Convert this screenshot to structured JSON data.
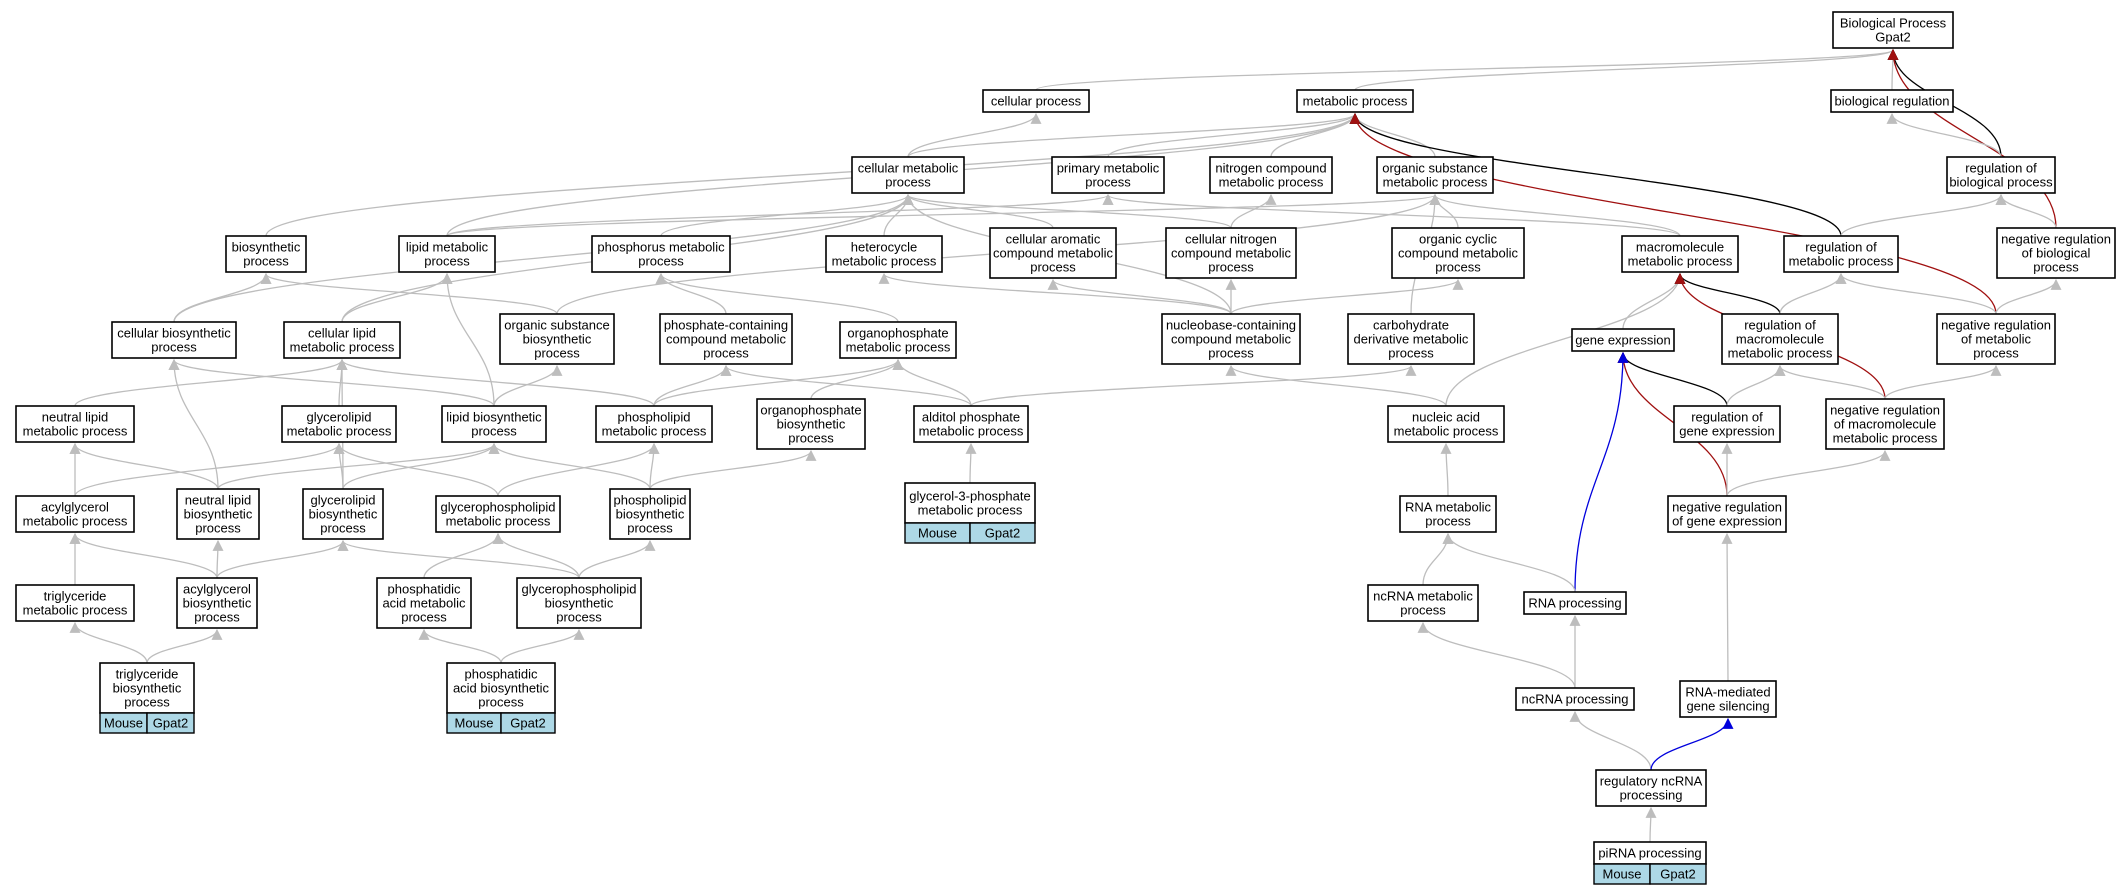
{
  "colors": {
    "is_a": "#bdbdbd",
    "regulates": "#000000",
    "negatively_regulates": "#a01010",
    "part_of": "#0000dd",
    "tag": "#add8e6"
  },
  "nodes": [
    {
      "id": "root",
      "lines": [
        "Biological Process",
        "Gpat2"
      ]
    },
    {
      "id": "cellular_process",
      "lines": [
        "cellular process"
      ]
    },
    {
      "id": "metabolic_process",
      "lines": [
        "metabolic process"
      ]
    },
    {
      "id": "biological_regulation",
      "lines": [
        "biological regulation"
      ]
    },
    {
      "id": "cellular_metabolic",
      "lines": [
        "cellular metabolic",
        "process"
      ]
    },
    {
      "id": "primary_metabolic",
      "lines": [
        "primary metabolic",
        "process"
      ]
    },
    {
      "id": "nitrogen_compound_metabolic",
      "lines": [
        "nitrogen compound",
        "metabolic process"
      ]
    },
    {
      "id": "organic_substance_metabolic",
      "lines": [
        "organic substance",
        "metabolic process"
      ]
    },
    {
      "id": "regulation_of_biological",
      "lines": [
        "regulation of",
        "biological process"
      ]
    },
    {
      "id": "biosynthetic",
      "lines": [
        "biosynthetic",
        "process"
      ]
    },
    {
      "id": "lipid_metabolic",
      "lines": [
        "lipid metabolic",
        "process"
      ]
    },
    {
      "id": "phosphorus_metabolic",
      "lines": [
        "phosphorus metabolic",
        "process"
      ]
    },
    {
      "id": "heterocycle_metabolic",
      "lines": [
        "heterocycle",
        "metabolic process"
      ]
    },
    {
      "id": "cellular_aromatic",
      "lines": [
        "cellular aromatic",
        "compound metabolic",
        "process"
      ]
    },
    {
      "id": "cellular_nitrogen",
      "lines": [
        "cellular nitrogen",
        "compound metabolic",
        "process"
      ]
    },
    {
      "id": "organic_cyclic",
      "lines": [
        "organic cyclic",
        "compound metabolic",
        "process"
      ]
    },
    {
      "id": "macromolecule_metabolic",
      "lines": [
        "macromolecule",
        "metabolic process"
      ]
    },
    {
      "id": "regulation_of_metabolic",
      "lines": [
        "regulation of",
        "metabolic process"
      ]
    },
    {
      "id": "neg_reg_biological",
      "lines": [
        "negative regulation",
        "of biological",
        "process"
      ]
    },
    {
      "id": "cellular_biosynthetic",
      "lines": [
        "cellular biosynthetic",
        "process"
      ]
    },
    {
      "id": "cellular_lipid_metabolic",
      "lines": [
        "cellular lipid",
        "metabolic process"
      ]
    },
    {
      "id": "organic_substance_biosynthetic",
      "lines": [
        "organic substance",
        "biosynthetic",
        "process"
      ]
    },
    {
      "id": "phosphate_containing",
      "lines": [
        "phosphate-containing",
        "compound metabolic",
        "process"
      ]
    },
    {
      "id": "organophosphate_metabolic",
      "lines": [
        "organophosphate",
        "metabolic process"
      ]
    },
    {
      "id": "nucleobase_containing",
      "lines": [
        "nucleobase-containing",
        "compound metabolic",
        "process"
      ]
    },
    {
      "id": "carbohydrate_derivative",
      "lines": [
        "carbohydrate",
        "derivative metabolic",
        "process"
      ]
    },
    {
      "id": "gene_expression",
      "lines": [
        "gene expression"
      ]
    },
    {
      "id": "reg_macromolecule",
      "lines": [
        "regulation of",
        "macromolecule",
        "metabolic process"
      ]
    },
    {
      "id": "neg_reg_metabolic",
      "lines": [
        "negative regulation",
        "of metabolic",
        "process"
      ]
    },
    {
      "id": "neutral_lipid_metabolic",
      "lines": [
        "neutral lipid",
        "metabolic process"
      ]
    },
    {
      "id": "glycerolipid_metabolic",
      "lines": [
        "glycerolipid",
        "metabolic process"
      ]
    },
    {
      "id": "lipid_biosynthetic",
      "lines": [
        "lipid biosynthetic",
        "process"
      ]
    },
    {
      "id": "phospholipid_metabolic",
      "lines": [
        "phospholipid",
        "metabolic process"
      ]
    },
    {
      "id": "organophosphate_biosynthetic",
      "lines": [
        "organophosphate",
        "biosynthetic",
        "process"
      ]
    },
    {
      "id": "alditol_phosphate",
      "lines": [
        "alditol phosphate",
        "metabolic process"
      ]
    },
    {
      "id": "nucleic_acid_metabolic",
      "lines": [
        "nucleic acid",
        "metabolic process"
      ]
    },
    {
      "id": "reg_gene_expression",
      "lines": [
        "regulation of",
        "gene expression"
      ]
    },
    {
      "id": "neg_reg_macromolecule",
      "lines": [
        "negative regulation",
        "of macromolecule",
        "metabolic process"
      ]
    },
    {
      "id": "glycerol3p",
      "lines": [
        "glycerol-3-phosphate",
        "metabolic process"
      ],
      "tag": [
        "Mouse",
        "Gpat2"
      ]
    },
    {
      "id": "acylglycerol_metabolic",
      "lines": [
        "acylglycerol",
        "metabolic process"
      ]
    },
    {
      "id": "neutral_lipid_biosynthetic",
      "lines": [
        "neutral lipid",
        "biosynthetic",
        "process"
      ]
    },
    {
      "id": "glycerolipid_biosynthetic",
      "lines": [
        "glycerolipid",
        "biosynthetic",
        "process"
      ]
    },
    {
      "id": "glycerophospholipid_metabolic",
      "lines": [
        "glycerophospholipid",
        "metabolic process"
      ]
    },
    {
      "id": "phospholipid_biosynthetic",
      "lines": [
        "phospholipid",
        "biosynthetic",
        "process"
      ]
    },
    {
      "id": "rna_metabolic",
      "lines": [
        "RNA metabolic",
        "process"
      ]
    },
    {
      "id": "neg_reg_gene_expression",
      "lines": [
        "negative regulation",
        "of gene expression"
      ]
    },
    {
      "id": "triglyceride_metabolic",
      "lines": [
        "triglyceride",
        "metabolic process"
      ]
    },
    {
      "id": "acylglycerol_biosynthetic",
      "lines": [
        "acylglycerol",
        "biosynthetic",
        "process"
      ]
    },
    {
      "id": "phosphatidic_acid_metabolic",
      "lines": [
        "phosphatidic",
        "acid metabolic",
        "process"
      ]
    },
    {
      "id": "glycerophospholipid_biosynthetic",
      "lines": [
        "glycerophospholipid",
        "biosynthetic",
        "process"
      ]
    },
    {
      "id": "ncrna_metabolic",
      "lines": [
        "ncRNA metabolic",
        "process"
      ]
    },
    {
      "id": "rna_processing",
      "lines": [
        "RNA processing"
      ]
    },
    {
      "id": "triglyceride_biosynthetic",
      "lines": [
        "triglyceride",
        "biosynthetic",
        "process"
      ],
      "tag": [
        "Mouse",
        "Gpat2"
      ]
    },
    {
      "id": "phosphatidic_acid_biosynthetic",
      "lines": [
        "phosphatidic",
        "acid biosynthetic",
        "process"
      ],
      "tag": [
        "Mouse",
        "Gpat2"
      ]
    },
    {
      "id": "ncrna_processing",
      "lines": [
        "ncRNA processing"
      ]
    },
    {
      "id": "rna_mediated_silencing",
      "lines": [
        "RNA-mediated",
        "gene silencing"
      ]
    },
    {
      "id": "regulatory_ncrna_processing",
      "lines": [
        "regulatory ncRNA",
        "processing"
      ]
    },
    {
      "id": "pirna_processing",
      "lines": [
        "piRNA processing"
      ],
      "tag": [
        "Mouse",
        "Gpat2"
      ]
    }
  ],
  "edges": [
    [
      "cellular_process",
      "root",
      "is_a"
    ],
    [
      "metabolic_process",
      "root",
      "is_a"
    ],
    [
      "biological_regulation",
      "root",
      "is_a"
    ],
    [
      "regulation_of_biological",
      "root",
      "regulates"
    ],
    [
      "neg_reg_biological",
      "root",
      "negatively_regulates"
    ],
    [
      "cellular_metabolic",
      "cellular_process",
      "is_a"
    ],
    [
      "cellular_metabolic",
      "metabolic_process",
      "is_a"
    ],
    [
      "primary_metabolic",
      "metabolic_process",
      "is_a"
    ],
    [
      "nitrogen_compound_metabolic",
      "metabolic_process",
      "is_a"
    ],
    [
      "organic_substance_metabolic",
      "metabolic_process",
      "is_a"
    ],
    [
      "biosynthetic",
      "metabolic_process",
      "is_a"
    ],
    [
      "lipid_metabolic",
      "metabolic_process",
      "is_a"
    ],
    [
      "regulation_of_metabolic",
      "metabolic_process",
      "regulates"
    ],
    [
      "neg_reg_metabolic",
      "metabolic_process",
      "negatively_regulates"
    ],
    [
      "regulation_of_biological",
      "biological_regulation",
      "is_a"
    ],
    [
      "phosphorus_metabolic",
      "cellular_metabolic",
      "is_a"
    ],
    [
      "heterocycle_metabolic",
      "cellular_metabolic",
      "is_a"
    ],
    [
      "cellular_aromatic",
      "cellular_metabolic",
      "is_a"
    ],
    [
      "cellular_nitrogen",
      "cellular_metabolic",
      "is_a"
    ],
    [
      "cellular_biosynthetic",
      "cellular_metabolic",
      "is_a"
    ],
    [
      "cellular_lipid_metabolic",
      "cellular_metabolic",
      "is_a"
    ],
    [
      "nucleobase_containing",
      "cellular_metabolic",
      "is_a"
    ],
    [
      "lipid_metabolic",
      "primary_metabolic",
      "is_a"
    ],
    [
      "macromolecule_metabolic",
      "primary_metabolic",
      "is_a"
    ],
    [
      "cellular_nitrogen",
      "nitrogen_compound_metabolic",
      "is_a"
    ],
    [
      "macromolecule_metabolic",
      "organic_substance_metabolic",
      "is_a"
    ],
    [
      "organic_cyclic",
      "organic_substance_metabolic",
      "is_a"
    ],
    [
      "organic_substance_biosynthetic",
      "organic_substance_metabolic",
      "is_a"
    ],
    [
      "carbohydrate_derivative",
      "organic_substance_metabolic",
      "is_a"
    ],
    [
      "lipid_metabolic",
      "organic_substance_metabolic",
      "is_a"
    ],
    [
      "regulation_of_metabolic",
      "regulation_of_biological",
      "is_a"
    ],
    [
      "neg_reg_biological",
      "regulation_of_biological",
      "is_a"
    ],
    [
      "cellular_biosynthetic",
      "biosynthetic",
      "is_a"
    ],
    [
      "organic_substance_biosynthetic",
      "biosynthetic",
      "is_a"
    ],
    [
      "cellular_lipid_metabolic",
      "lipid_metabolic",
      "is_a"
    ],
    [
      "lipid_biosynthetic",
      "lipid_metabolic",
      "is_a"
    ],
    [
      "phosphate_containing",
      "phosphorus_metabolic",
      "is_a"
    ],
    [
      "organophosphate_metabolic",
      "phosphorus_metabolic",
      "is_a"
    ],
    [
      "nucleobase_containing",
      "heterocycle_metabolic",
      "is_a"
    ],
    [
      "nucleobase_containing",
      "cellular_aromatic",
      "is_a"
    ],
    [
      "nucleobase_containing",
      "cellular_nitrogen",
      "is_a"
    ],
    [
      "nucleobase_containing",
      "organic_cyclic",
      "is_a"
    ],
    [
      "gene_expression",
      "macromolecule_metabolic",
      "is_a"
    ],
    [
      "nucleic_acid_metabolic",
      "macromolecule_metabolic",
      "is_a"
    ],
    [
      "reg_macromolecule",
      "macromolecule_metabolic",
      "regulates"
    ],
    [
      "neg_reg_macromolecule",
      "macromolecule_metabolic",
      "negatively_regulates"
    ],
    [
      "reg_macromolecule",
      "regulation_of_metabolic",
      "is_a"
    ],
    [
      "neg_reg_metabolic",
      "regulation_of_metabolic",
      "is_a"
    ],
    [
      "neg_reg_metabolic",
      "neg_reg_biological",
      "is_a"
    ],
    [
      "lipid_biosynthetic",
      "organic_substance_biosynthetic",
      "is_a"
    ],
    [
      "lipid_biosynthetic",
      "cellular_biosynthetic",
      "is_a"
    ],
    [
      "neutral_lipid_biosynthetic",
      "cellular_biosynthetic",
      "is_a"
    ],
    [
      "neutral_lipid_metabolic",
      "cellular_lipid_metabolic",
      "is_a"
    ],
    [
      "glycerolipid_metabolic",
      "cellular_lipid_metabolic",
      "is_a"
    ],
    [
      "phospholipid_metabolic",
      "cellular_lipid_metabolic",
      "is_a"
    ],
    [
      "glycerolipid_biosynthetic",
      "cellular_lipid_metabolic",
      "is_a"
    ],
    [
      "phospholipid_metabolic",
      "phosphate_containing",
      "is_a"
    ],
    [
      "alditol_phosphate",
      "phosphate_containing",
      "is_a"
    ],
    [
      "phospholipid_metabolic",
      "organophosphate_metabolic",
      "is_a"
    ],
    [
      "organophosphate_biosynthetic",
      "organophosphate_metabolic",
      "is_a"
    ],
    [
      "alditol_phosphate",
      "organophosphate_metabolic",
      "is_a"
    ],
    [
      "nucleic_acid_metabolic",
      "nucleobase_containing",
      "is_a"
    ],
    [
      "alditol_phosphate",
      "carbohydrate_derivative",
      "is_a"
    ],
    [
      "reg_gene_expression",
      "gene_expression",
      "regulates"
    ],
    [
      "neg_reg_gene_expression",
      "gene_expression",
      "negatively_regulates"
    ],
    [
      "rna_processing",
      "gene_expression",
      "part_of"
    ],
    [
      "reg_gene_expression",
      "reg_macromolecule",
      "is_a"
    ],
    [
      "neg_reg_macromolecule",
      "reg_macromolecule",
      "is_a"
    ],
    [
      "neg_reg_macromolecule",
      "neg_reg_metabolic",
      "is_a"
    ],
    [
      "acylglycerol_metabolic",
      "neutral_lipid_metabolic",
      "is_a"
    ],
    [
      "neutral_lipid_biosynthetic",
      "neutral_lipid_metabolic",
      "is_a"
    ],
    [
      "glycerolipid_biosynthetic",
      "glycerolipid_metabolic",
      "is_a"
    ],
    [
      "glycerophospholipid_metabolic",
      "glycerolipid_metabolic",
      "is_a"
    ],
    [
      "acylglycerol_metabolic",
      "glycerolipid_metabolic",
      "is_a"
    ],
    [
      "glycerolipid_biosynthetic",
      "lipid_biosynthetic",
      "is_a"
    ],
    [
      "phospholipid_biosynthetic",
      "lipid_biosynthetic",
      "is_a"
    ],
    [
      "neutral_lipid_biosynthetic",
      "lipid_biosynthetic",
      "is_a"
    ],
    [
      "glycerophospholipid_metabolic",
      "phospholipid_metabolic",
      "is_a"
    ],
    [
      "phospholipid_biosynthetic",
      "phospholipid_metabolic",
      "is_a"
    ],
    [
      "phospholipid_biosynthetic",
      "organophosphate_biosynthetic",
      "is_a"
    ],
    [
      "glycerol3p",
      "alditol_phosphate",
      "is_a"
    ],
    [
      "rna_metabolic",
      "nucleic_acid_metabolic",
      "is_a"
    ],
    [
      "neg_reg_gene_expression",
      "reg_gene_expression",
      "is_a"
    ],
    [
      "neg_reg_gene_expression",
      "neg_reg_macromolecule",
      "is_a"
    ],
    [
      "triglyceride_metabolic",
      "acylglycerol_metabolic",
      "is_a"
    ],
    [
      "acylglycerol_biosynthetic",
      "acylglycerol_metabolic",
      "is_a"
    ],
    [
      "acylglycerol_biosynthetic",
      "neutral_lipid_biosynthetic",
      "is_a"
    ],
    [
      "acylglycerol_biosynthetic",
      "glycerolipid_biosynthetic",
      "is_a"
    ],
    [
      "glycerophospholipid_biosynthetic",
      "glycerolipid_biosynthetic",
      "is_a"
    ],
    [
      "phosphatidic_acid_metabolic",
      "glycerophospholipid_metabolic",
      "is_a"
    ],
    [
      "glycerophospholipid_biosynthetic",
      "glycerophospholipid_metabolic",
      "is_a"
    ],
    [
      "glycerophospholipid_biosynthetic",
      "phospholipid_biosynthetic",
      "is_a"
    ],
    [
      "ncrna_metabolic",
      "rna_metabolic",
      "is_a"
    ],
    [
      "rna_processing",
      "rna_metabolic",
      "is_a"
    ],
    [
      "rna_mediated_silencing",
      "neg_reg_gene_expression",
      "is_a"
    ],
    [
      "triglyceride_biosynthetic",
      "triglyceride_metabolic",
      "is_a"
    ],
    [
      "triglyceride_biosynthetic",
      "acylglycerol_biosynthetic",
      "is_a"
    ],
    [
      "phosphatidic_acid_biosynthetic",
      "phosphatidic_acid_metabolic",
      "is_a"
    ],
    [
      "phosphatidic_acid_biosynthetic",
      "glycerophospholipid_biosynthetic",
      "is_a"
    ],
    [
      "ncrna_processing",
      "ncrna_metabolic",
      "is_a"
    ],
    [
      "ncrna_processing",
      "rna_processing",
      "is_a"
    ],
    [
      "regulatory_ncrna_processing",
      "ncrna_processing",
      "is_a"
    ],
    [
      "regulatory_ncrna_processing",
      "rna_mediated_silencing",
      "part_of"
    ],
    [
      "pirna_processing",
      "regulatory_ncrna_processing",
      "is_a"
    ]
  ]
}
